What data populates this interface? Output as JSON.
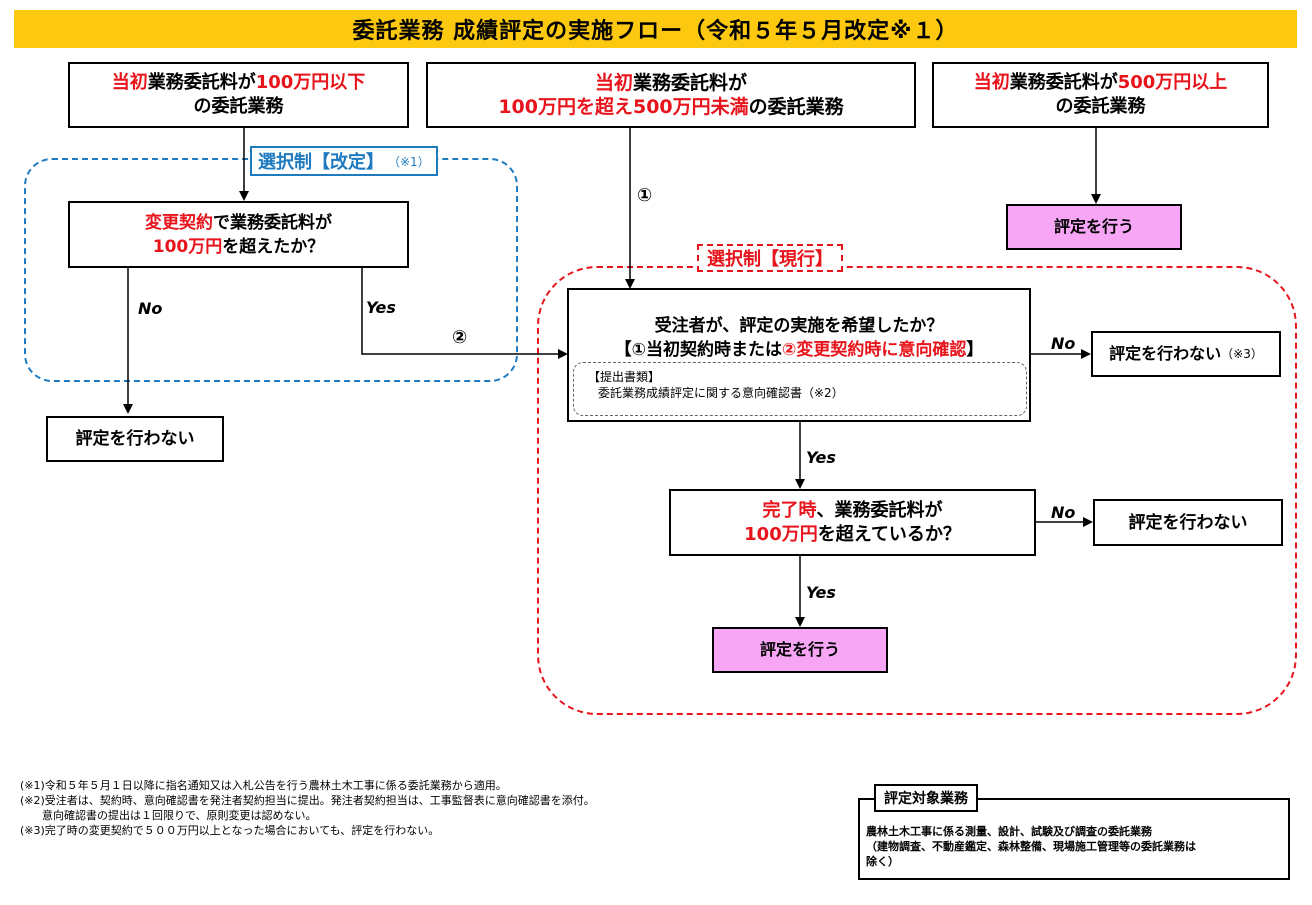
{
  "title": "委託業務 成績評定の実施フロー（令和５年５月改定※１）",
  "top_boxes": {
    "left": {
      "l1a": "当初",
      "l1b": "業務委託料が",
      "l1c": "100万円以下",
      "l2": "の委託業務"
    },
    "center": {
      "l1a": "当初",
      "l1b": "業務委託料が",
      "l2a": "100万円を超え500万円未満",
      "l2b": "の委託業務"
    },
    "right": {
      "l1a": "当初",
      "l1b": "業務委託料が",
      "l1c": "500万円以上",
      "l2": "の委託業務"
    }
  },
  "selection_revised": {
    "label": "選択制【改定】",
    "note": "（※1）"
  },
  "selection_current": {
    "label": "選択制【現行】"
  },
  "change_box": {
    "l1a": "変更契約",
    "l1b": "で業務委託料が",
    "l2a": "100万円",
    "l2b": "を超えたか？"
  },
  "desire_box": {
    "l1": "受注者が、評定の実施を希望したか？",
    "l2a": "【①当初契約時または",
    "l2b": "②変更契約時に意向確認",
    "l2c": "】",
    "docs_title": "【提出書類】",
    "docs_item": "委託業務成績評定に関する意向確認書（※2）"
  },
  "complete_box": {
    "l1a": "完了時",
    "l1b": "、業務委託料が",
    "l2a": "100万円",
    "l2b": "を超えているか？"
  },
  "results": {
    "no_eval_left": "評定を行わない",
    "eval_right": "評定を行う",
    "no_eval_desire": "評定を行わない",
    "no_eval_desire_note": "（※3）",
    "no_eval_complete": "評定を行わない",
    "eval_bottom": "評定を行う"
  },
  "edge_labels": {
    "no": "No",
    "yes": "Yes",
    "circle1": "①",
    "circle2": "②"
  },
  "footnotes": [
    "(※1)令和５年５月１日以降に指名通知又は入札公告を行う農林土木工事に係る委託業務から適用。",
    "(※2)受注者は、契約時、意向確認書を発注者契約担当に提出。発注者契約担当は、工事監督表に意向確認書を添付。",
    "　　意向確認書の提出は１回限りで、原則変更は認めない。",
    "(※3)完了時の変更契約で５００万円以上となった場合においても、評定を行わない。"
  ],
  "target": {
    "title": "評定対象業務",
    "line1": "農林土木工事に係る測量、設計、試験及び調査の委託業務",
    "line2": "（建物調査、不動産鑑定、森林整備、現場施工管理等の委託業務は",
    "line3": "除く）"
  }
}
